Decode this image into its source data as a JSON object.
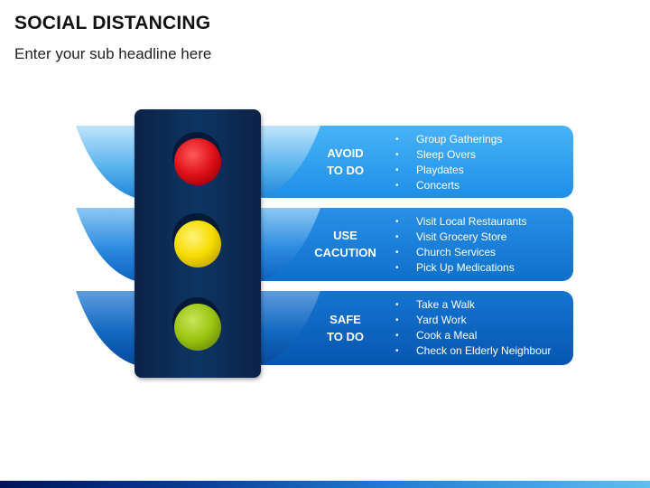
{
  "header": {
    "title": "SOCIAL DISTANCING",
    "subtitle": "Enter your sub headline here"
  },
  "rows": [
    {
      "signal": "red",
      "label_line1": "AVOID",
      "label_line2": "TO DO",
      "items": [
        "Group Gatherings",
        "Sleep Overs",
        "Playdates",
        "Concerts"
      ]
    },
    {
      "signal": "yellow",
      "label_line1": "USE",
      "label_line2": "CACUTION",
      "items": [
        "Visit Local Restaurants",
        "Visit Grocery Store",
        "Church Services",
        "Pick Up Medications"
      ]
    },
    {
      "signal": "green",
      "label_line1": "SAFE",
      "label_line2": "TO DO",
      "items": [
        "Take a Walk",
        "Yard Work",
        "Cook a Meal",
        "Check on Elderly Neighbour"
      ]
    }
  ],
  "colors": {
    "row_top": "#2d9ff0",
    "row_middle": "#167ed8",
    "row_bottom": "#0a62c0",
    "traffic_light_body": "#0d2c57",
    "light_red": "#e0121a",
    "light_yellow": "#f5dc00",
    "light_green": "#9cc411"
  }
}
